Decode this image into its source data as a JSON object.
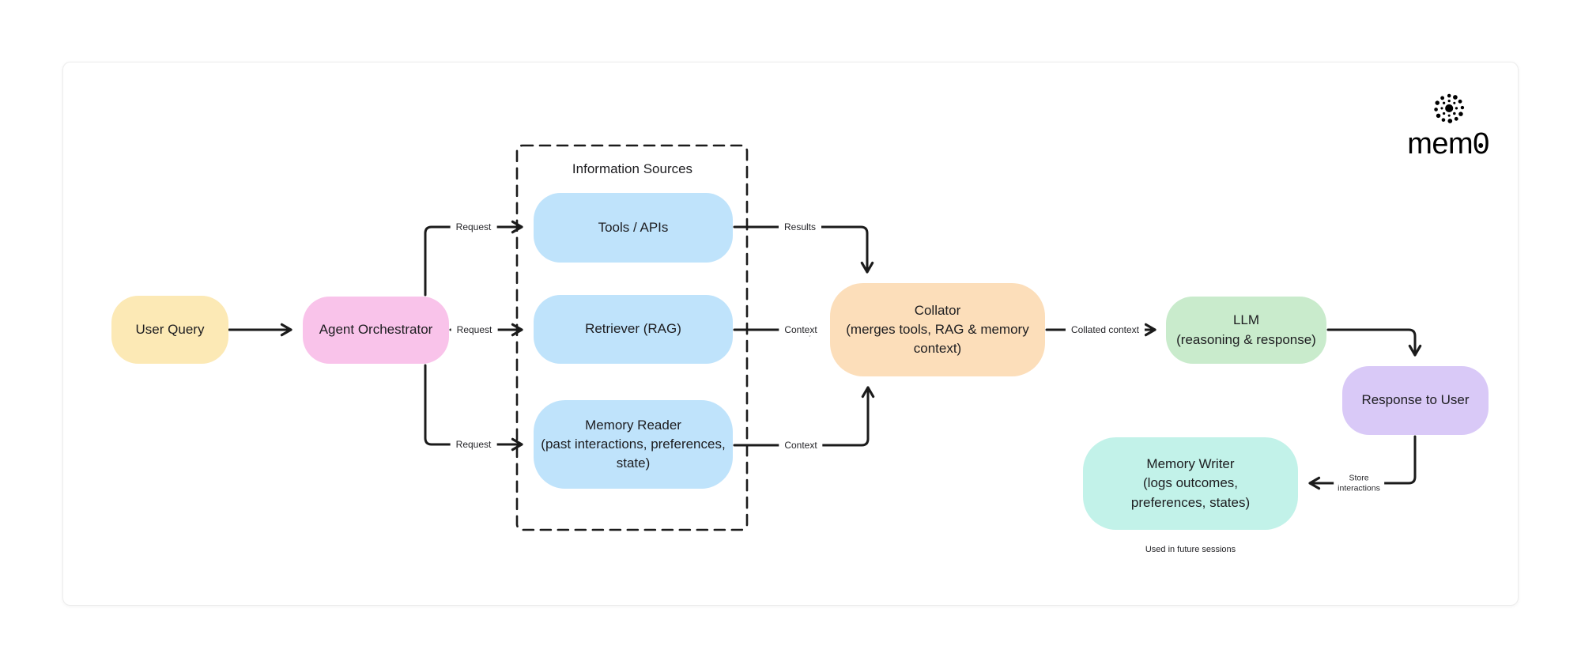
{
  "logo": {
    "prefix": "mem",
    "zero": "0",
    "icon": "dotted-burst-icon",
    "color": "#000000"
  },
  "group": {
    "label": "Information Sources"
  },
  "nodes": {
    "user_query": {
      "label": "User Query",
      "color": "#fce9b5"
    },
    "agent_orchestrator": {
      "label": "Agent Orchestrator",
      "color": "#f9c3ea"
    },
    "tools_apis": {
      "label": "Tools / APIs",
      "color": "#bfe3fb"
    },
    "retriever": {
      "label": "Retriever (RAG)",
      "color": "#bfe3fb"
    },
    "memory_reader": {
      "label": "Memory Reader\n(past interactions, preferences,\nstate)",
      "color": "#bfe3fb"
    },
    "collator": {
      "label": "Collator\n(merges tools, RAG & memory\ncontext)",
      "color": "#fcdeba"
    },
    "llm": {
      "label": "LLM\n(reasoning & response)",
      "color": "#c9ebcc"
    },
    "response_to_user": {
      "label": "Response to User",
      "color": "#d9c9f7"
    },
    "memory_writer": {
      "label": "Memory Writer\n(logs outcomes,\npreferences, states)",
      "color": "#c2f2e9"
    }
  },
  "edge_labels": {
    "request_top": "Request",
    "request_mid": "Request",
    "request_bottom": "Request",
    "results": "Results",
    "context_mid": "Context",
    "context_bottom": "Context",
    "collated_context": "Collated context",
    "store_interactions": "Store\ninteractions"
  },
  "captions": {
    "memory_note": "Used in future sessions"
  },
  "line_color": "#1b1b1b"
}
